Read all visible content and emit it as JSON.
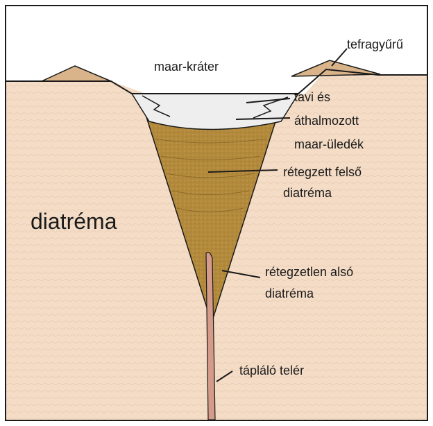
{
  "labels": {
    "maar_crater": "maar-kráter",
    "tephra_ring": "tefragyűrű",
    "lake_sediment_1": "tavi és",
    "lake_sediment_2": "áthalmozott",
    "lake_sediment_3": "maar-üledék",
    "upper_diatreme_1": "rétegzett felső",
    "upper_diatreme_2": "diatréma",
    "lower_diatreme_1": "rétegzetlen alsó",
    "lower_diatreme_2": "diatréma",
    "feeder_dike": "tápláló telér",
    "diatreme": "diatréma"
  },
  "colors": {
    "sky": "#ffffff",
    "ground": "#f4dcc6",
    "tephra": "#d9b38a",
    "diatreme_fill": "#b38a3c",
    "diatreme_dark": "#8f6a2a",
    "lake_sediment": "#eeeeee",
    "dike": "#d49a8a",
    "outline": "#1a1a1a"
  }
}
